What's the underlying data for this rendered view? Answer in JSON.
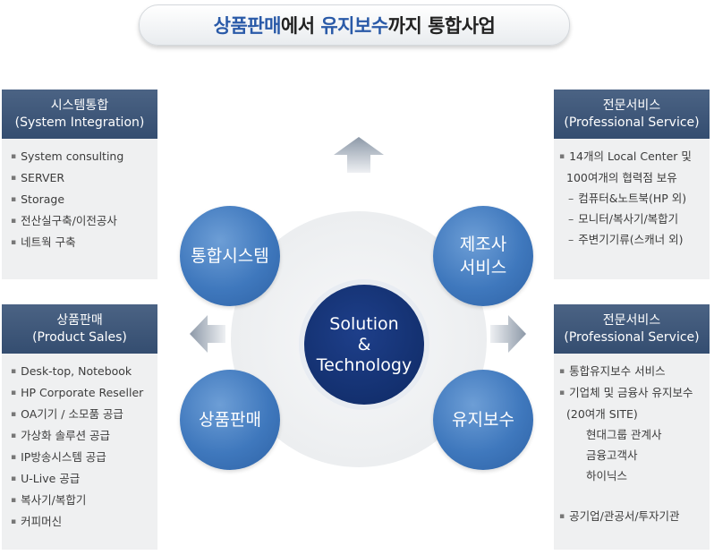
{
  "title": {
    "part1": "상품판매",
    "part2": "에서 ",
    "part3": "유지보수",
    "part4": "까지 통합사업",
    "color_accent": "#2a5aa8",
    "color_text": "#222222"
  },
  "panels": {
    "top_left": {
      "heading": "시스템통합",
      "subheading": "(System Integration)",
      "items": [
        "System consulting",
        "SERVER",
        "Storage",
        "전산실구축/이전공사",
        "네트웍 구축"
      ]
    },
    "bottom_left": {
      "heading": "상품판매",
      "subheading": "(Product Sales)",
      "items": [
        "Desk-top, Notebook",
        "HP Corporate Reseller",
        "OA기기 / 소모품 공급",
        "가상화 솔루션 공급",
        "IP방송시스템 공급",
        "U-Live 공급",
        "복사기/복합기",
        "커피머신"
      ]
    },
    "top_right": {
      "heading": "전문서비스",
      "subheading": "(Professional Service)",
      "line1": "14개의 Local Center 및",
      "line2": "100여개의 협력점 보유",
      "dash_items": [
        "컴퓨터&노트북(HP 외)",
        "모니터/복사기/복합기",
        "주변기기류(스캐너 외)"
      ]
    },
    "bottom_right": {
      "heading": "전문서비스",
      "subheading": "(Professional Service)",
      "item1": "통합유지보수 서비스",
      "item2": "기업체 및 금융사 유지보수",
      "item2_cont": "(20여개 SITE)",
      "sub_items": [
        "현대그룹 관계사",
        "금융고객사",
        "하이닉스"
      ],
      "item3": "공기업/관공서/투자기관"
    }
  },
  "circles": {
    "center_line1": "Solution",
    "center_line2": "&",
    "center_line3": "Technology",
    "top_left_label": "통합시스템",
    "top_right_line1": "제조사",
    "top_right_line2": "서비스",
    "bottom_left_label": "상품판매",
    "bottom_right_label": "유지보수"
  },
  "colors": {
    "panel_header": "#3d5578",
    "panel_body": "#eff0f1",
    "circle_blue": "#3f78bd",
    "center_navy": "#13306f"
  }
}
